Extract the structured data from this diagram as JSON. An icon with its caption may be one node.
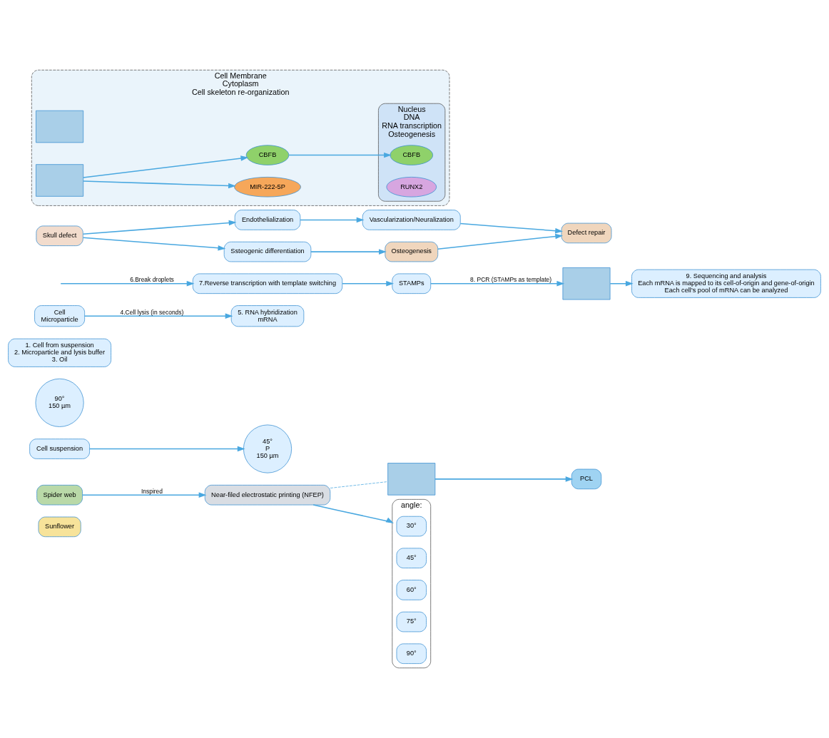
{
  "diagram": {
    "nodes": [
      {
        "text": [
          "Sunflower"
        ]
      },
      {
        "text": [
          "Spider web"
        ]
      },
      {
        "text": [
          "Near-filed electrostatic printing (NFEP)"
        ]
      },
      {
        "text": [],
        "shape": "box"
      },
      {
        "text": [
          "PCL"
        ]
      },
      {
        "text": [
          "angle:"
        ]
      },
      {
        "text": [
          "30°"
        ],
        "in": 5
      },
      {
        "text": [
          "45°"
        ],
        "in": 5
      },
      {
        "text": [
          "60°"
        ],
        "in": 5
      },
      {
        "text": [
          "75°"
        ],
        "in": 5
      },
      {
        "text": [
          "90°"
        ],
        "in": 5
      },
      {
        "text": [
          "Cell suspension"
        ]
      },
      {
        "text": [
          "45°",
          "P",
          "150 µm"
        ]
      },
      {
        "text": [
          "90°",
          "150 µm"
        ]
      },
      {
        "text": [
          "1. Cell from suspension",
          "2. Microparticle and lysis buffer",
          "3. Oil"
        ]
      },
      {
        "text": [
          "Cell",
          "Microparticle"
        ]
      },
      {
        "text": [
          "5. RNA hybridization",
          "mRNA"
        ]
      },
      {
        "text": [
          "7.Reverse transcription with template switching"
        ]
      },
      {
        "text": [
          "STAMPs"
        ]
      },
      {
        "text": [],
        "shape": "box"
      },
      {
        "text": [
          "9. Sequencing and analysis",
          "Each mRNA is mapped to its cell-of-origin and gene-of-origin",
          "Each cell's pool of mRNA can be analyzed"
        ]
      },
      {
        "text": [
          "Skull defect"
        ]
      },
      {
        "text": [
          "Endothelialization"
        ]
      },
      {
        "text": [
          "Vascularization/Neuralization"
        ]
      },
      {
        "text": [
          "Ssteogenic differentiation"
        ]
      },
      {
        "text": [
          "Osteogenesis"
        ]
      },
      {
        "text": [
          "Defect repair"
        ]
      },
      {
        "text": [
          "Cell Membrane",
          "Cytoplasm",
          "Cell skeleton re-organization"
        ]
      },
      {
        "text": [],
        "shape": "box",
        "in": 27
      },
      {
        "text": [],
        "shape": "box",
        "in": 27
      },
      {
        "text": [
          "MIR-222-5P"
        ],
        "in": 27
      },
      {
        "text": [
          "CBFB"
        ],
        "in": 27
      },
      {
        "text": [
          "Nucleus",
          "DNA",
          "RNA transcription",
          "Osteogenesis"
        ],
        "in": 27
      },
      {
        "text": [
          "CBFB"
        ],
        "in": 32
      },
      {
        "text": [
          "RUNX2"
        ],
        "in": 32
      }
    ],
    "edges": [
      {
        "from": 1,
        "to": 2,
        "arrow": "to",
        "label": "Inspired"
      },
      {
        "from": 2,
        "to": 3,
        "arrow": "none",
        "style": "dashed"
      },
      {
        "from": 3,
        "to": 4,
        "arrow": "to"
      },
      {
        "from": 2,
        "to": 5,
        "arrow": "to"
      },
      {
        "from": 11,
        "to": 12,
        "arrow": "to"
      },
      {
        "from": 15,
        "to": 16,
        "arrow": "to",
        "label": "4.Cell lysis (in seconds)"
      },
      {
        "from": null,
        "to": 17,
        "arrow": "to",
        "label": "6.Break droplets"
      },
      {
        "from": 17,
        "to": 18,
        "arrow": "to"
      },
      {
        "from": 18,
        "to": 19,
        "arrow": "to",
        "label": "8. PCR (STAMPs as template)"
      },
      {
        "from": 19,
        "to": 20,
        "arrow": "to"
      },
      {
        "from": 21,
        "to": 22,
        "arrow": "to"
      },
      {
        "from": 22,
        "to": 23,
        "arrow": "to"
      },
      {
        "from": 23,
        "to": 26,
        "arrow": "to"
      },
      {
        "from": 21,
        "to": 24,
        "arrow": "to"
      },
      {
        "from": 24,
        "to": 25,
        "arrow": "to"
      },
      {
        "from": 25,
        "to": 26,
        "arrow": "to"
      },
      {
        "from": 29,
        "to": 30,
        "arrow": "to"
      },
      {
        "from": 29,
        "to": 31,
        "arrow": "to"
      },
      {
        "from": 31,
        "to": 33,
        "arrow": "to"
      }
    ]
  }
}
